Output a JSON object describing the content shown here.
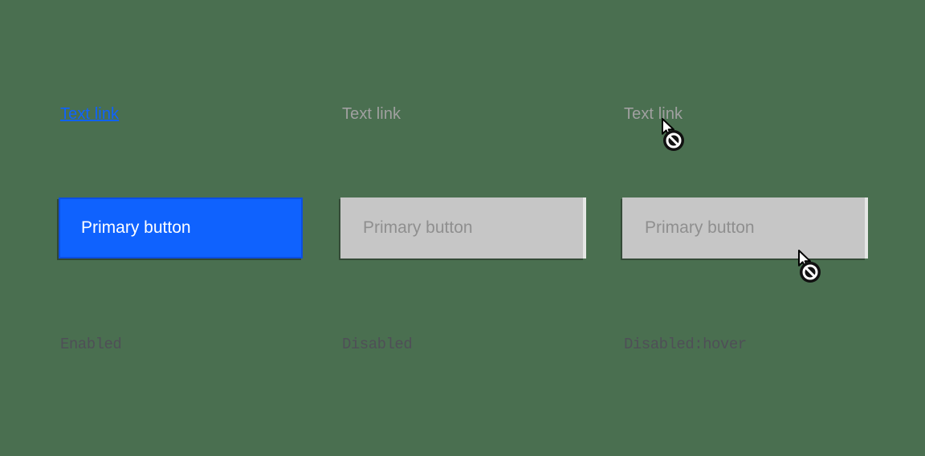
{
  "colors": {
    "background": "#4a6f50",
    "link_enabled": "#0f62fe",
    "link_disabled": "#a0a0a0",
    "primary_button_bg": "#0f62fe",
    "primary_button_text": "#ffffff",
    "disabled_button_bg": "#c6c6c6",
    "disabled_button_text": "#8f8f8f",
    "state_caption_text": "#4f4f57"
  },
  "columns": [
    {
      "id": "enabled",
      "link_label": "Text link",
      "button_label": "Primary button",
      "state_caption": "Enabled",
      "cursor": "none"
    },
    {
      "id": "disabled",
      "link_label": "Text link",
      "button_label": "Primary button",
      "state_caption": "Disabled",
      "cursor": "none"
    },
    {
      "id": "disabled-hover",
      "link_label": "Text link",
      "button_label": "Primary button",
      "state_caption": "Disabled:hover",
      "cursor": "not-allowed"
    }
  ]
}
